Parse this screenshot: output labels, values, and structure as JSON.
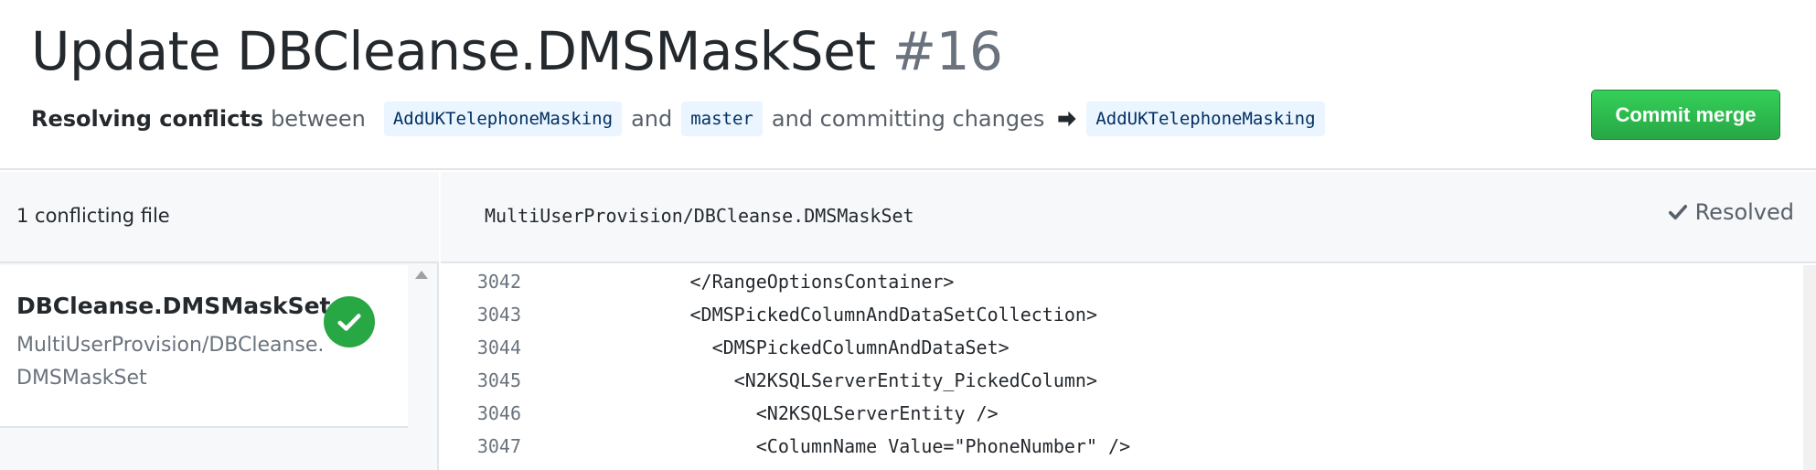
{
  "header": {
    "title": "Update DBCleanse.DMSMaskSet",
    "pr_number": "#16",
    "subtitle": {
      "strong": "Resolving conflicts",
      "between": "between",
      "head_branch": "AddUKTelephoneMasking",
      "and": "and",
      "base_branch": "master",
      "committing": "and committing changes",
      "target_branch": "AddUKTelephoneMasking"
    },
    "commit_button": "Commit merge"
  },
  "sidebar": {
    "count_label": "1 conflicting file",
    "files": [
      {
        "name": "DBCleanse.DMSMaskSet",
        "path_line1": "MultiUserProvision/DBCleanse.",
        "path_line2": "DMSMaskSet",
        "status": "resolved"
      }
    ]
  },
  "editor": {
    "file_path": "MultiUserProvision/DBCleanse.DMSMaskSet",
    "status_label": "Resolved",
    "lines": [
      {
        "number": "3042",
        "text": "            </RangeOptionsContainer>"
      },
      {
        "number": "3043",
        "text": "            <DMSPickedColumnAndDataSetCollection>"
      },
      {
        "number": "3044",
        "text": "              <DMSPickedColumnAndDataSet>"
      },
      {
        "number": "3045",
        "text": "                <N2KSQLServerEntity_PickedColumn>"
      },
      {
        "number": "3046",
        "text": "                  <N2KSQLServerEntity />"
      },
      {
        "number": "3047",
        "text": "                  <ColumnName Value=\"PhoneNumber\" />"
      }
    ]
  },
  "colors": {
    "commit_button": "#28a745",
    "resolved_check": "#28a745",
    "branch_bg": "#eaf5ff"
  },
  "icons": {
    "arrow": "arrow-right-icon",
    "check": "check-icon",
    "resolved_circle": "check-circle-icon",
    "scroll_up": "scroll-up-icon"
  }
}
